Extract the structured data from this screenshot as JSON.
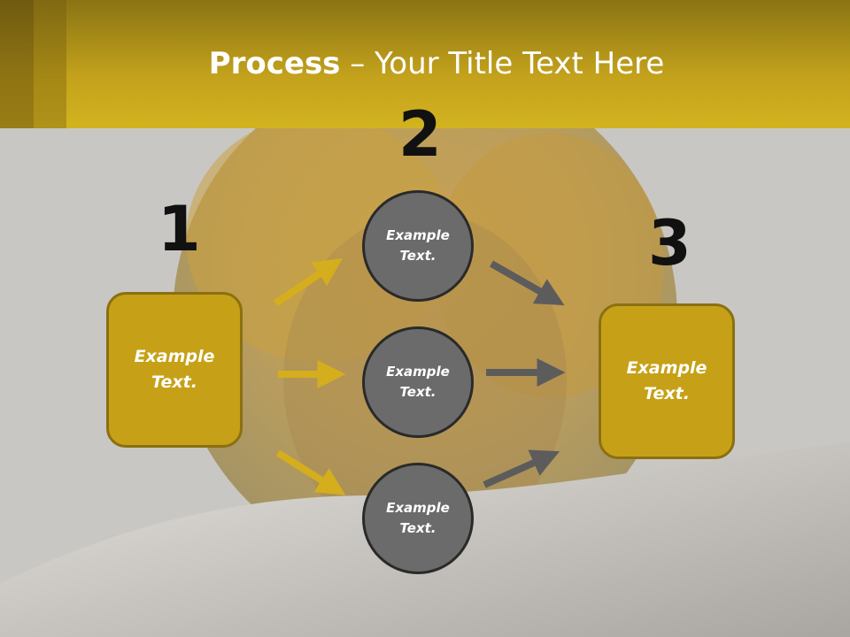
{
  "header": {
    "title_bold": "Process",
    "title_rest": " – Your Title Text Here"
  },
  "steps": {
    "num1": "1",
    "num2": "2",
    "num3": "3"
  },
  "left_box": {
    "line1": "Example",
    "line2": "Text."
  },
  "right_box": {
    "line1": "Example",
    "line2": "Text."
  },
  "circles": [
    {
      "line1": "Example",
      "line2": "Text."
    },
    {
      "line1": "Example",
      "line2": "Text."
    },
    {
      "line1": "Example",
      "line2": "Text."
    }
  ],
  "colors": {
    "accent_gold": "#c6a117",
    "arrow_gold": "#d4ae1c",
    "arrow_gray": "#5c5c5c",
    "circle_gray": "#6b6b6b"
  }
}
